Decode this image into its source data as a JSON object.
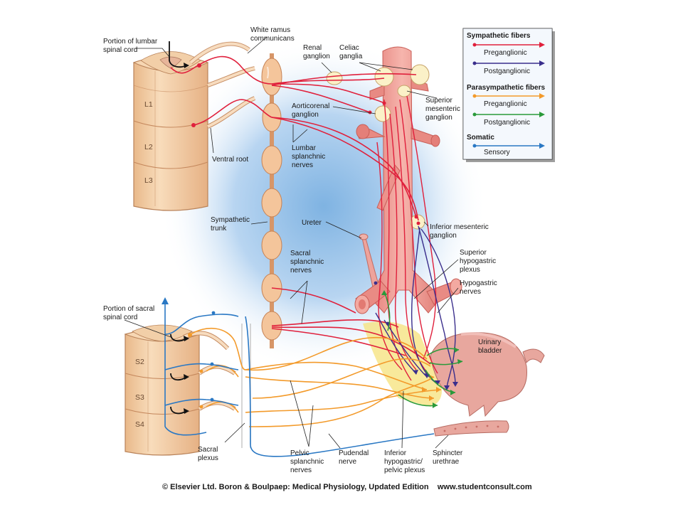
{
  "labels": {
    "lumbar_cord": [
      "Portion of lumbar",
      "spinal cord"
    ],
    "white_ramus": [
      "White ramus",
      "communicans"
    ],
    "renal": [
      "Renal",
      "ganglion"
    ],
    "celiac": [
      "Celiac",
      "ganglia"
    ],
    "aorticorenal": [
      "Aorticorenal",
      "ganglion"
    ],
    "sup_mesenteric": [
      "Superior",
      "mesenteric",
      "ganglion"
    ],
    "ventral_root": "Ventral root",
    "lumbar_splanchnic": [
      "Lumbar",
      "splanchnic",
      "nerves"
    ],
    "sympathetic_trunk": [
      "Sympathetic",
      "trunk"
    ],
    "ureter": "Ureter",
    "inf_mesenteric": [
      "Inferior mesenteric",
      "ganglion"
    ],
    "sacral_splanchnic": [
      "Sacral",
      "splanchnic",
      "nerves"
    ],
    "sup_hypogastric": [
      "Superior",
      "hypogastric",
      "plexus"
    ],
    "hypogastric": [
      "Hypogastric",
      "nerves"
    ],
    "sacral_cord": [
      "Portion of sacral",
      "spinal cord"
    ],
    "urinary_bladder": [
      "Urinary",
      "bladder"
    ],
    "sacral_plexus": [
      "Sacral",
      "plexus"
    ],
    "pelvic_splanchnic": [
      "Pelvic",
      "splanchnic",
      "nerves"
    ],
    "pudendal": [
      "Pudendal",
      "nerve"
    ],
    "inf_hypogastric": [
      "Inferior",
      "hypogastric/",
      "pelvic plexus"
    ],
    "sphincter": [
      "Sphincter",
      "urethrae"
    ]
  },
  "segments": {
    "lumbar": [
      "L1",
      "L2",
      "L3"
    ],
    "sacral": [
      "S2",
      "S3",
      "S4"
    ]
  },
  "legend": {
    "sym_title": "Sympathetic fibers",
    "sym_pre": "Preganglionic",
    "sym_post": "Postganglionic",
    "para_title": "Parasympathetic fibers",
    "para_pre": "Preganglionic",
    "para_post": "Postganglionic",
    "som_title": "Somatic",
    "som_sens": "Sensory"
  },
  "caption": "© Elsevier Ltd. Boron & Boulpaep: Medical Physiology, Updated Edition    www.studentconsult.com",
  "colors": {
    "sym_pre": "#e0203c",
    "sym_post": "#3a2e8c",
    "para_pre": "#f39a2a",
    "para_post": "#2a9a3a",
    "somatic": "#2a78c4",
    "cord": "#f3cfa6",
    "cord_edge": "#b9835a",
    "ganglion": "#f4c79e",
    "vessel": "#f0a09a",
    "bladder": "#e8a79e",
    "plexus": "#f6e27a"
  }
}
